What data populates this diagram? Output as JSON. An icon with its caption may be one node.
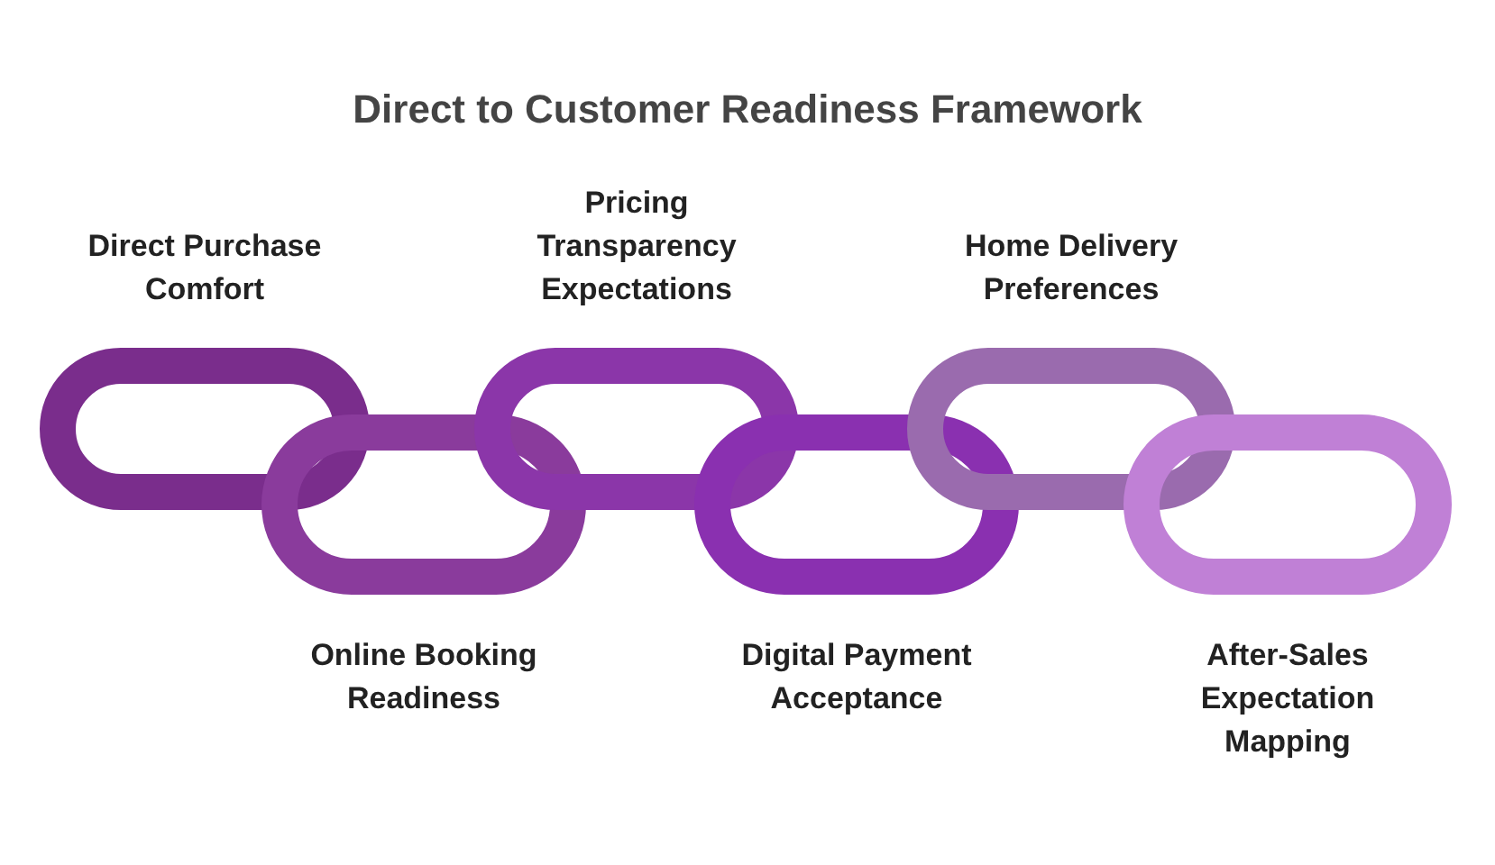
{
  "diagram": {
    "title": "Direct to Customer Readiness Framework",
    "nodes": [
      {
        "text": [
          "Direct Purchase Comfort"
        ]
      },
      {
        "text": [
          "Online Booking Readiness"
        ]
      },
      {
        "text": [
          "Pricing Transparency Expectations"
        ]
      },
      {
        "text": [
          "Digital Payment Acceptance"
        ]
      },
      {
        "text": [
          "Home Delivery Preferences"
        ]
      },
      {
        "text": [
          "After-Sales Expectation Mapping"
        ]
      }
    ],
    "edges": []
  }
}
